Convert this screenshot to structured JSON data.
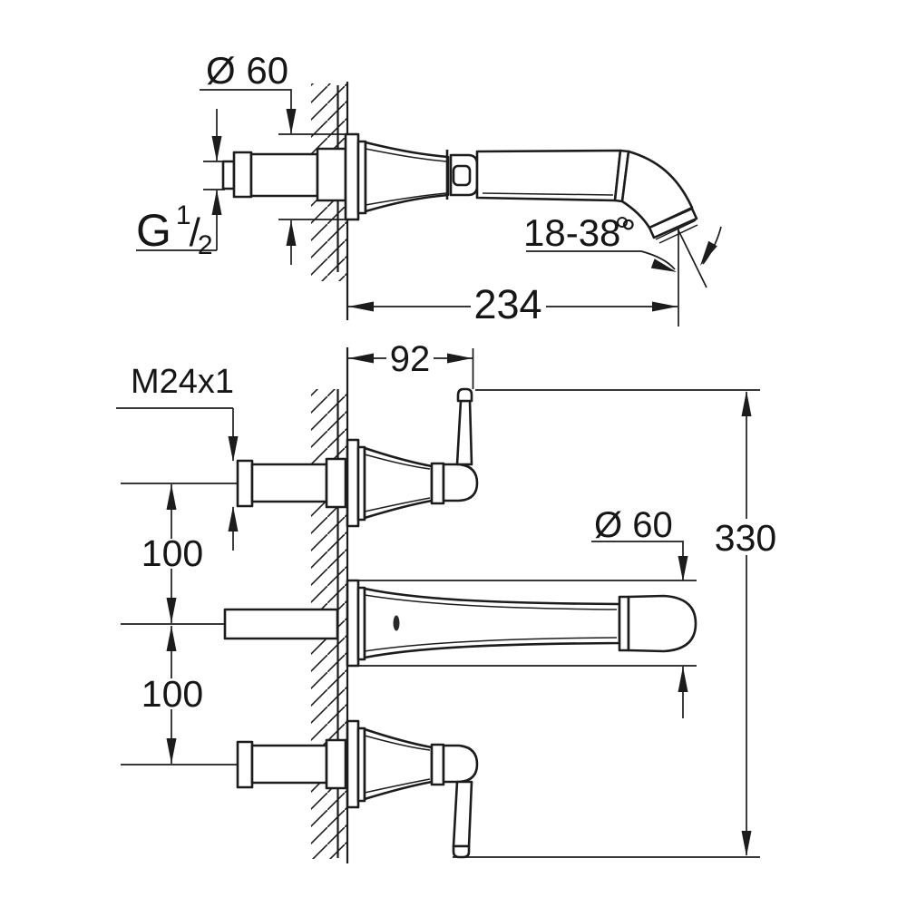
{
  "page": {
    "background": "#ffffff",
    "line_color": "#1c1c1c"
  },
  "side_view": {
    "labels": {
      "escutcheon_diameter": "Ø 60",
      "inlet_thread": {
        "prefix": "G",
        "numerator": "1",
        "slash": "/",
        "denominator": "2"
      },
      "spout_angle_range": "18-38°",
      "spout_reach": "234"
    }
  },
  "plan_view": {
    "labels": {
      "spout_wall_offset": "92",
      "handle_thread": "M24x1",
      "handle_to_spout_upper": "100",
      "handle_to_spout_lower": "100",
      "escutcheon_diameter": "Ø 60",
      "overall_height": "330"
    }
  }
}
